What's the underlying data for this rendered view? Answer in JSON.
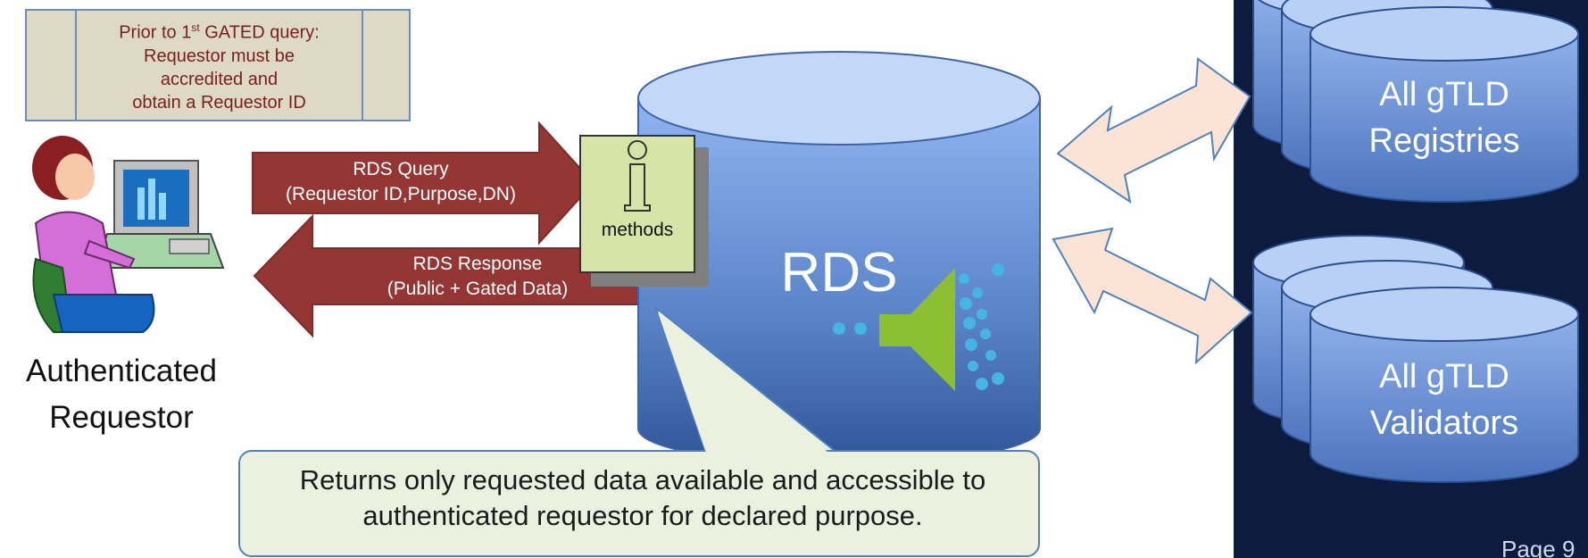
{
  "note": {
    "line1_pre": "Prior to 1",
    "line1_sup": "st",
    "line1_post": " GATED query:",
    "line2": "Requestor must be",
    "line3": "accredited and",
    "line4": "obtain a Requestor ID"
  },
  "requestor": {
    "line1": "Authenticated",
    "line2": "Requestor"
  },
  "query_arrow": {
    "line1": "RDS Query",
    "line2": "(Requestor ID,Purpose,DN)"
  },
  "response_arrow": {
    "line1": "RDS Response",
    "line2": "(Public + Gated Data)"
  },
  "methods_box": {
    "glyph": "i",
    "label": "methods"
  },
  "rds": {
    "label": "RDS"
  },
  "callout": {
    "line1": "Returns only requested data available and accessible to",
    "line2": "authenticated requestor for declared purpose."
  },
  "registries": {
    "line1": "All gTLD",
    "line2": "Registries"
  },
  "validators": {
    "line1": "All gTLD",
    "line2": "Validators"
  },
  "footer": {
    "page": "Page 9"
  },
  "colors": {
    "arrow": "#943634",
    "note_bg": "#ddd9c4",
    "methods_bg": "#d7e4a8",
    "panel_bg": "#0d1b3f",
    "double_arrow": "#fbe4d5",
    "callout_bg": "#ebf1de"
  }
}
